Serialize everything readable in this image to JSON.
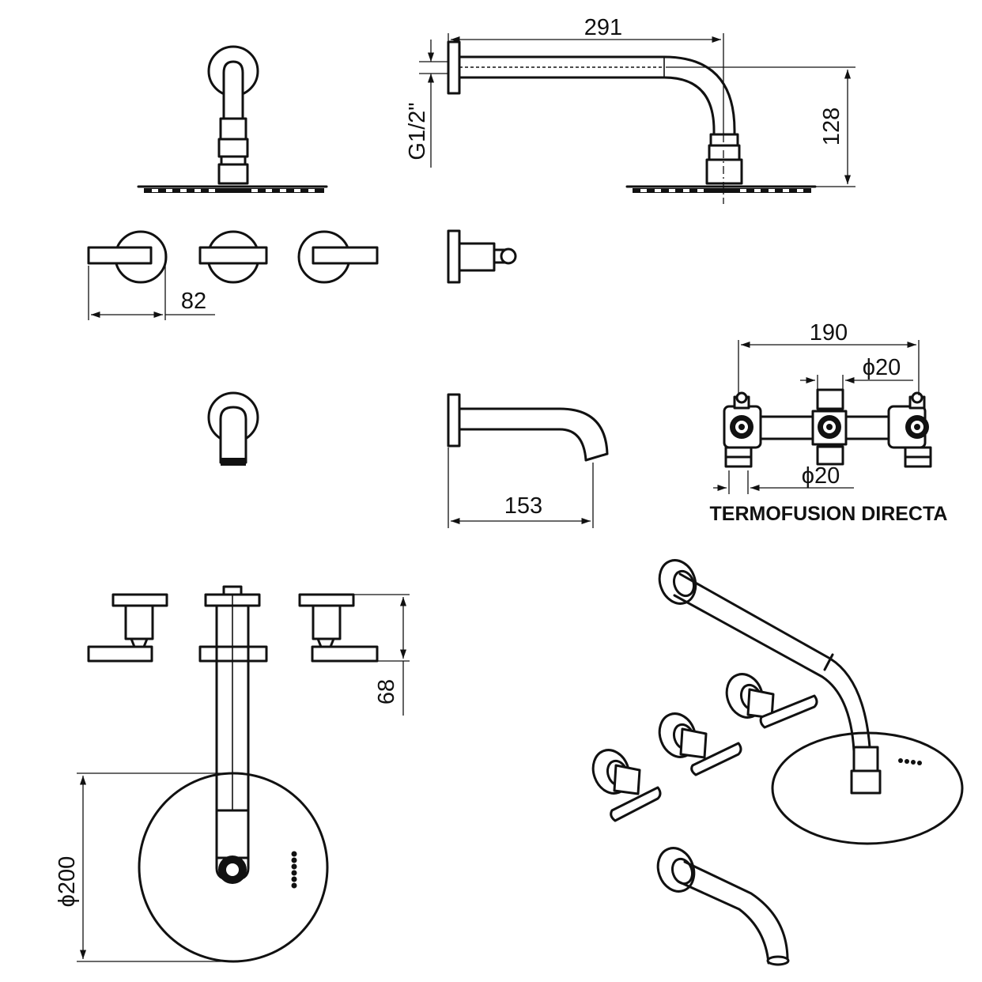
{
  "dimensions": {
    "head_arm_length": "291",
    "inlet_thread": "G1/2\"",
    "head_drop": "128",
    "handle_spacing": "82",
    "valve_width": "190",
    "pipe_diameter_top": "ϕ20",
    "pipe_diameter_bottom": "ϕ20",
    "spout_length": "153",
    "handle_projection": "68",
    "head_diameter": "ϕ200"
  },
  "labels": {
    "connection_type": "TERMOFUSION DIRECTA"
  }
}
